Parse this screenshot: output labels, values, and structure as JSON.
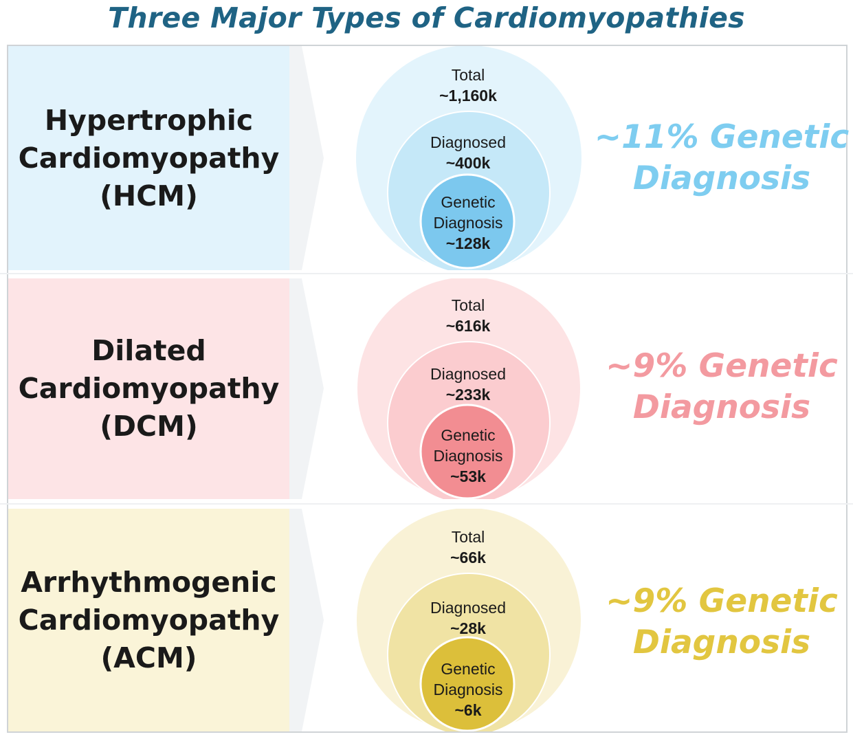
{
  "title": "Three Major Types of Cardiomyopathies",
  "rows": [
    {
      "name_lines": [
        "Hypertrophic",
        "Cardiomyopathy",
        "(HCM)"
      ],
      "total_label": "Total",
      "total_value": "~1,160k",
      "diagnosed_label": "Diagnosed",
      "diagnosed_value": "~400k",
      "genetic_label_1": "Genetic",
      "genetic_label_2": "Diagnosis",
      "genetic_value": "~128k",
      "pct_line1": "~11% Genetic",
      "pct_line2": "Diagnosis",
      "colors": {
        "panel": "#e2f3fc",
        "outer": "#e3f4fc",
        "middle": "#c5e8f8",
        "inner": "#7cc8ee",
        "accent": "#7ecdf0"
      }
    },
    {
      "name_lines": [
        "Dilated",
        "Cardiomyopathy",
        "(DCM)"
      ],
      "total_label": "Total",
      "total_value": "~616k",
      "diagnosed_label": "Diagnosed",
      "diagnosed_value": "~233k",
      "genetic_label_1": "Genetic",
      "genetic_label_2": "Diagnosis",
      "genetic_value": "~53k",
      "pct_line1": "~9% Genetic",
      "pct_line2": "Diagnosis",
      "colors": {
        "panel": "#fde4e6",
        "outer": "#fde3e4",
        "middle": "#fbcccf",
        "inner": "#f28d92",
        "accent": "#f39aa0"
      }
    },
    {
      "name_lines": [
        "Arrhythmogenic",
        "Cardiomyopathy",
        "(ACM)"
      ],
      "total_label": "Total",
      "total_value": "~66k",
      "diagnosed_label": "Diagnosed",
      "diagnosed_value": "~28k",
      "genetic_label_1": "Genetic",
      "genetic_label_2": "Diagnosis",
      "genetic_value": "~6k",
      "pct_line1": "~9% Genetic",
      "pct_line2": "Diagnosis",
      "colors": {
        "panel": "#faf4d8",
        "outer": "#f9f2d6",
        "middle": "#f0e3a4",
        "inner": "#dcbf3a",
        "accent": "#e2c640"
      }
    }
  ]
}
